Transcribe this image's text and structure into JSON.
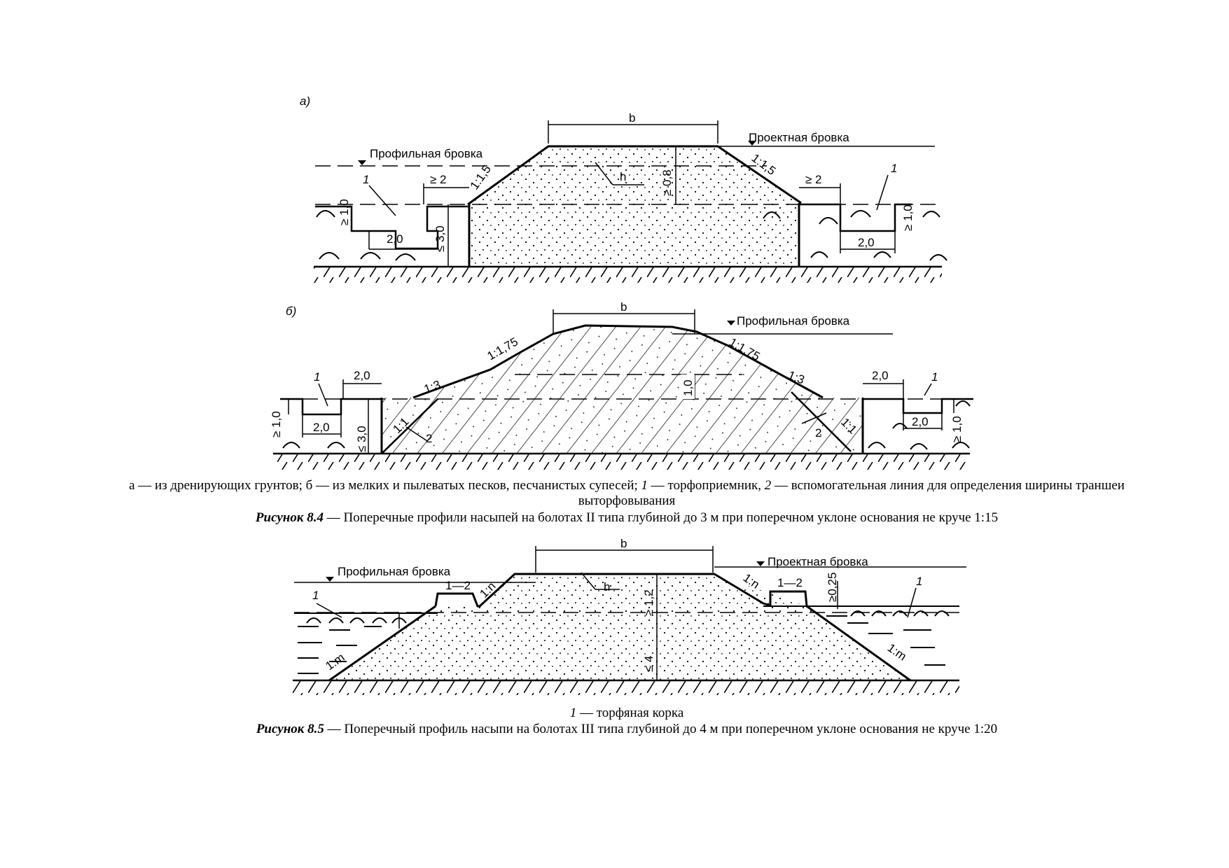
{
  "figure_84": {
    "panel_a": {
      "marker": "а)",
      "b": "b",
      "project_edge": "Проектная бровка",
      "profile_edge": "Профильная бровка",
      "slope_left": "1:1,5",
      "slope_right": "1:1,5",
      "h": "h",
      "ge08": "≥ 0,8",
      "ge2_left": "≥ 2",
      "ge2_right": "≥ 2",
      "ge10_left": "≥ 1,0",
      "ge10_right": "≥ 1,0",
      "w20_left": "2,0",
      "w20_right": "2,0",
      "le30": "≤ 3,0",
      "one_left": "1",
      "one_right": "1"
    },
    "panel_b": {
      "marker": "б)",
      "b": "b",
      "profile_edge": "Профильная бровка",
      "slope_175_left": "1:1,75",
      "slope_175_right": "1:1,75",
      "slope_3_left": "1:3",
      "slope_3_right": "1:3",
      "slope_1_left": "1:1",
      "slope_1_right": "1:1",
      "two_left": "2",
      "two_right": "2",
      "h10": "1,0",
      "w20_top_left": "2,0",
      "w20_top_right": "2,0",
      "w20_bot_left": "2,0",
      "w20_bot_right": "2,0",
      "ge10_left": "≥ 1,0",
      "ge10_right": "≥ 1,0",
      "le30": "≤ 3,0",
      "one_left": "1",
      "one_right": "1"
    },
    "legend_prefix_a": "а — из дренирующих грунтов; б — из мелких и пылеватых песков, песчанистых супесей; ",
    "legend_num1": "1",
    "legend_text1": " — торфоприемник, ",
    "legend_num2": "2",
    "legend_text2": " — вспомогательная линия для определения ширины траншеи выторфовывания",
    "title_label": "Рисунок 8.4",
    "title_text": " — Поперечные профили насыпей на болотах II типа глубиной до 3 м при поперечном уклоне основания не круче 1:15"
  },
  "figure_85": {
    "b": "b",
    "project_edge": "Проектная бровка",
    "profile_edge": "Профильная бровка",
    "berm_left": "1—2",
    "berm_right": "1—2",
    "slope_n_left": "1:n",
    "slope_n_right": "1:n",
    "slope_m_left": "1:m",
    "slope_m_right": "1:m",
    "h": "h",
    "ge12": "≥ 1,2",
    "ge025": "≥0,25",
    "le4": "≤ 4",
    "one_left": "1",
    "one_right": "1",
    "legend_num": "1",
    "legend_text": " — торфяная корка",
    "title_label": "Рисунок 8.5",
    "title_text": " — Поперечный профиль насыпи на болотах III типа глубиной до 4 м при поперечном уклоне основания не круче 1:20"
  }
}
